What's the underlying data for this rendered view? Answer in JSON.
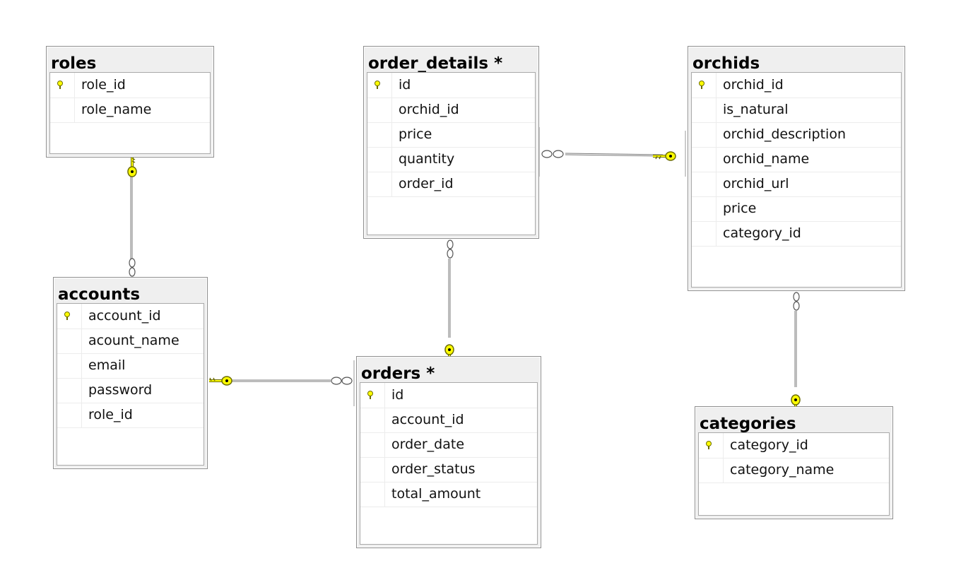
{
  "tables": {
    "roles": {
      "title": "roles",
      "columns": [
        "role_id",
        "role_name"
      ],
      "primary_key": "role_id"
    },
    "order_details": {
      "title": "order_details *",
      "columns": [
        "id",
        "orchid_id",
        "price",
        "quantity",
        "order_id"
      ],
      "primary_key": "id"
    },
    "orchids": {
      "title": "orchids",
      "columns": [
        "orchid_id",
        "is_natural",
        "orchid_description",
        "orchid_name",
        "orchid_url",
        "price",
        "category_id"
      ],
      "primary_key": "orchid_id"
    },
    "accounts": {
      "title": "accounts",
      "columns": [
        "account_id",
        "acount_name",
        "email",
        "password",
        "role_id"
      ],
      "primary_key": "account_id"
    },
    "orders": {
      "title": "orders *",
      "columns": [
        "id",
        "account_id",
        "order_date",
        "order_status",
        "total_amount"
      ],
      "primary_key": "id"
    },
    "categories": {
      "title": "categories",
      "columns": [
        "category_id",
        "category_name"
      ],
      "primary_key": "category_id"
    }
  },
  "relationships": [
    {
      "from": "accounts",
      "to": "roles",
      "one_end": "roles",
      "many_end": "accounts"
    },
    {
      "from": "order_details",
      "to": "orchids",
      "one_end": "orchids",
      "many_end": "order_details"
    },
    {
      "from": "order_details",
      "to": "orders",
      "one_end": "orders",
      "many_end": "order_details"
    },
    {
      "from": "orders",
      "to": "accounts",
      "one_end": "accounts",
      "many_end": "orders"
    },
    {
      "from": "orchids",
      "to": "categories",
      "one_end": "categories",
      "many_end": "orchids"
    }
  ],
  "colors": {
    "key_yellow": "#ffff00",
    "key_outline": "#6b6b00",
    "header_bg": "#efefef",
    "border": "#8e8e8e",
    "line": "#7a7a7a"
  }
}
